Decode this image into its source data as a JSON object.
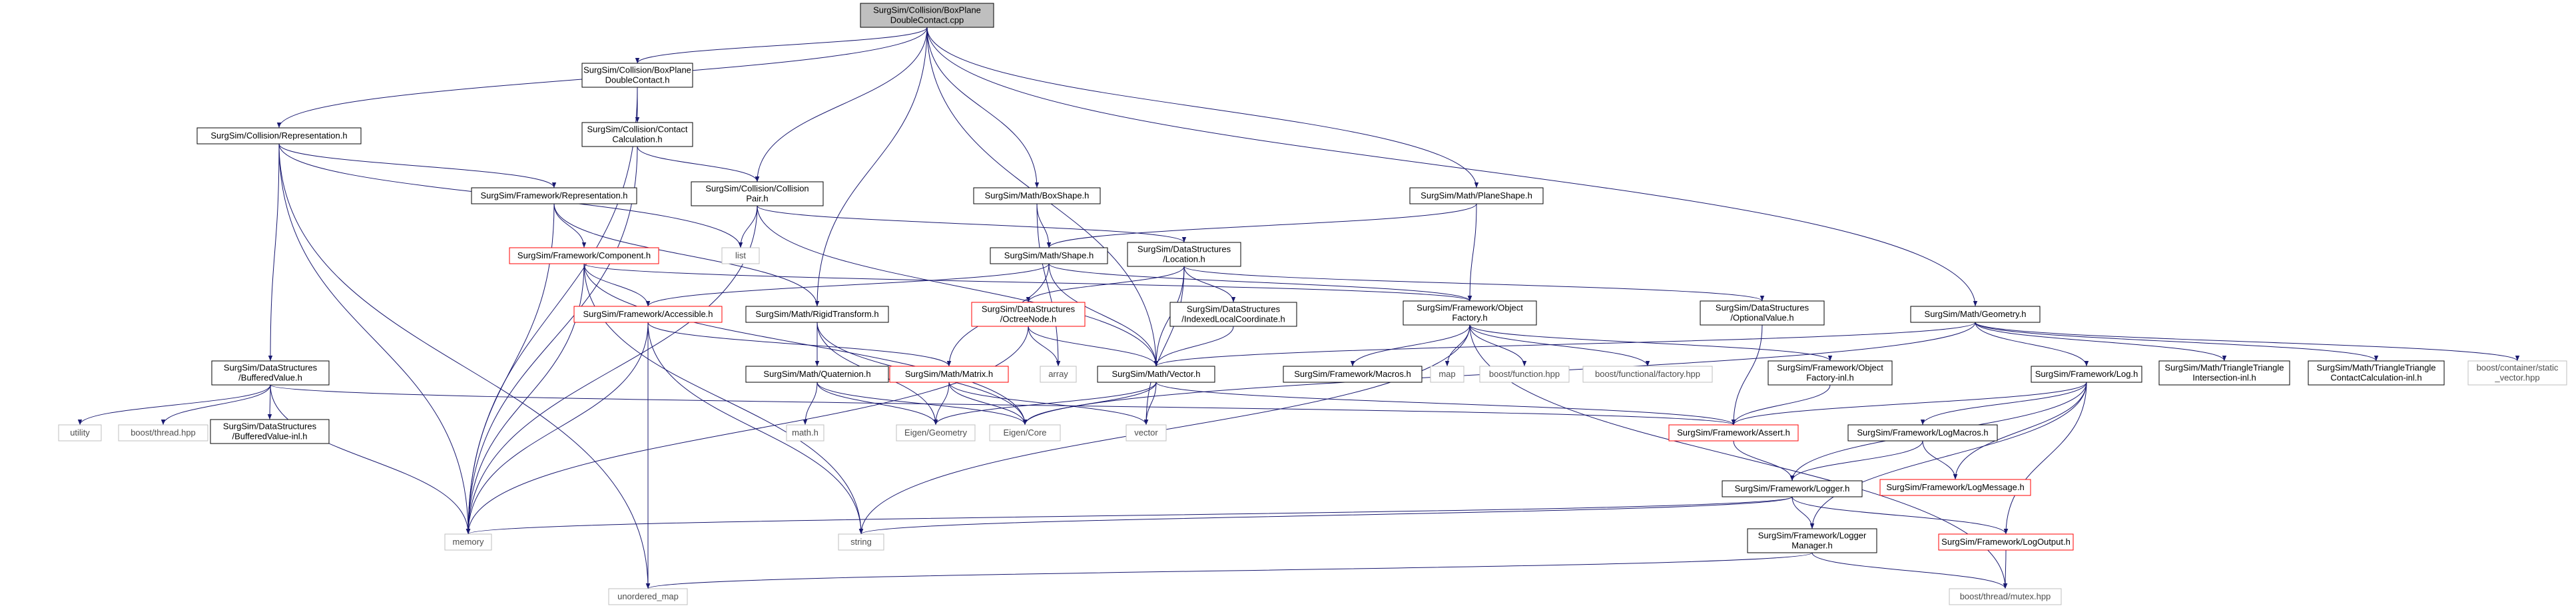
{
  "diagram": {
    "colors": {
      "root_fill": "#bfbfbf",
      "edge": "#191970",
      "red_border": "#ff0000",
      "ext_border": "#bfbfbf"
    },
    "nodes": [
      {
        "id": "root",
        "kind": "root",
        "lines": [
          "SurgSim/Collision/BoxPlane",
          "DoubleContact.cpp"
        ]
      },
      {
        "id": "bpdc_h",
        "kind": "normal",
        "lines": [
          "SurgSim/Collision/BoxPlane",
          "DoubleContact.h"
        ]
      },
      {
        "id": "coll_repr",
        "kind": "normal",
        "lines": [
          "SurgSim/Collision/Representation.h"
        ]
      },
      {
        "id": "contact_calc",
        "kind": "normal",
        "lines": [
          "SurgSim/Collision/Contact",
          "Calculation.h"
        ]
      },
      {
        "id": "coll_pair",
        "kind": "normal",
        "lines": [
          "SurgSim/Collision/Collision",
          "Pair.h"
        ]
      },
      {
        "id": "fw_repr",
        "kind": "normal",
        "lines": [
          "SurgSim/Framework/Representation.h"
        ]
      },
      {
        "id": "fw_component",
        "kind": "red",
        "lines": [
          "SurgSim/Framework/Component.h"
        ]
      },
      {
        "id": "fw_accessible",
        "kind": "red",
        "lines": [
          "SurgSim/Framework/Accessible.h"
        ]
      },
      {
        "id": "rigid_transform",
        "kind": "normal",
        "lines": [
          "SurgSim/Math/RigidTransform.h"
        ]
      },
      {
        "id": "box_shape",
        "kind": "normal",
        "lines": [
          "SurgSim/Math/BoxShape.h"
        ]
      },
      {
        "id": "math_shape",
        "kind": "normal",
        "lines": [
          "SurgSim/Math/Shape.h"
        ]
      },
      {
        "id": "plane_shape",
        "kind": "normal",
        "lines": [
          "SurgSim/Math/PlaneShape.h"
        ]
      },
      {
        "id": "ds_location",
        "kind": "normal",
        "lines": [
          "SurgSim/DataStructures",
          "/Location.h"
        ]
      },
      {
        "id": "ds_octree",
        "kind": "red",
        "lines": [
          "SurgSim/DataStructures",
          "/OctreeNode.h"
        ]
      },
      {
        "id": "ds_ilc",
        "kind": "normal",
        "lines": [
          "SurgSim/DataStructures",
          "/IndexedLocalCoordinate.h"
        ]
      },
      {
        "id": "fw_objfactory",
        "kind": "normal",
        "lines": [
          "SurgSim/Framework/Object",
          "Factory.h"
        ]
      },
      {
        "id": "ds_optional",
        "kind": "normal",
        "lines": [
          "SurgSim/DataStructures",
          "/OptionalValue.h"
        ]
      },
      {
        "id": "math_geometry",
        "kind": "normal",
        "lines": [
          "SurgSim/Math/Geometry.h"
        ]
      },
      {
        "id": "math_quat",
        "kind": "normal",
        "lines": [
          "SurgSim/Math/Quaternion.h"
        ]
      },
      {
        "id": "math_matrix",
        "kind": "red",
        "lines": [
          "SurgSim/Math/Matrix.h"
        ]
      },
      {
        "id": "math_vector",
        "kind": "normal",
        "lines": [
          "SurgSim/Math/Vector.h"
        ]
      },
      {
        "id": "fw_macros",
        "kind": "normal",
        "lines": [
          "SurgSim/Framework/Macros.h"
        ]
      },
      {
        "id": "fw_objfactory_inl",
        "kind": "normal",
        "lines": [
          "SurgSim/Framework/Object",
          "Factory-inl.h"
        ]
      },
      {
        "id": "fw_log",
        "kind": "normal",
        "lines": [
          "SurgSim/Framework/Log.h"
        ]
      },
      {
        "id": "tti_inl",
        "kind": "normal",
        "lines": [
          "SurgSim/Math/TriangleTriangle",
          "Intersection-inl.h"
        ]
      },
      {
        "id": "ttcc_inl",
        "kind": "normal",
        "lines": [
          "SurgSim/Math/TriangleTriangle",
          "ContactCalculation-inl.h"
        ]
      },
      {
        "id": "ds_buffered",
        "kind": "normal",
        "lines": [
          "SurgSim/DataStructures",
          "/BufferedValue.h"
        ]
      },
      {
        "id": "ds_buffered_inl",
        "kind": "normal",
        "lines": [
          "SurgSim/DataStructures",
          "/BufferedValue-inl.h"
        ]
      },
      {
        "id": "fw_assert",
        "kind": "red",
        "lines": [
          "SurgSim/Framework/Assert.h"
        ]
      },
      {
        "id": "fw_logmacros",
        "kind": "normal",
        "lines": [
          "SurgSim/Framework/LogMacros.h"
        ]
      },
      {
        "id": "fw_logmessage",
        "kind": "red",
        "lines": [
          "SurgSim/Framework/LogMessage.h"
        ]
      },
      {
        "id": "fw_logger",
        "kind": "normal",
        "lines": [
          "SurgSim/Framework/Logger.h"
        ]
      },
      {
        "id": "fw_logoutput",
        "kind": "red",
        "lines": [
          "SurgSim/Framework/LogOutput.h"
        ]
      },
      {
        "id": "fw_loggermgr",
        "kind": "normal",
        "lines": [
          "SurgSim/Framework/Logger",
          "Manager.h"
        ]
      },
      {
        "id": "list",
        "kind": "ext",
        "lines": [
          "list"
        ]
      },
      {
        "id": "array",
        "kind": "ext",
        "lines": [
          "array"
        ]
      },
      {
        "id": "map",
        "kind": "ext",
        "lines": [
          "map"
        ]
      },
      {
        "id": "boost_function",
        "kind": "ext",
        "lines": [
          "boost/function.hpp"
        ]
      },
      {
        "id": "boost_funcfactory",
        "kind": "ext",
        "lines": [
          "boost/functional/factory.hpp"
        ]
      },
      {
        "id": "boost_static_vector",
        "kind": "ext",
        "lines": [
          "boost/container/static",
          "_vector.hpp"
        ]
      },
      {
        "id": "utility",
        "kind": "ext",
        "lines": [
          "utility"
        ]
      },
      {
        "id": "boost_thread",
        "kind": "ext",
        "lines": [
          "boost/thread.hpp"
        ]
      },
      {
        "id": "math_h",
        "kind": "ext",
        "lines": [
          "math.h"
        ]
      },
      {
        "id": "eigen_geometry",
        "kind": "ext",
        "lines": [
          "Eigen/Geometry"
        ]
      },
      {
        "id": "eigen_core",
        "kind": "ext",
        "lines": [
          "Eigen/Core"
        ]
      },
      {
        "id": "vector",
        "kind": "ext",
        "lines": [
          "vector"
        ]
      },
      {
        "id": "memory",
        "kind": "ext",
        "lines": [
          "memory"
        ]
      },
      {
        "id": "string",
        "kind": "ext",
        "lines": [
          "string"
        ]
      },
      {
        "id": "unordered_map",
        "kind": "ext",
        "lines": [
          "unordered_map"
        ]
      },
      {
        "id": "boost_mutex",
        "kind": "ext",
        "lines": [
          "boost/thread/mutex.hpp"
        ]
      }
    ],
    "edges": [
      [
        "root",
        "bpdc_h"
      ],
      [
        "root",
        "coll_repr"
      ],
      [
        "root",
        "coll_pair"
      ],
      [
        "root",
        "rigid_transform"
      ],
      [
        "root",
        "box_shape"
      ],
      [
        "root",
        "plane_shape"
      ],
      [
        "root",
        "math_geometry"
      ],
      [
        "root",
        "math_vector"
      ],
      [
        "bpdc_h",
        "contact_calc"
      ],
      [
        "bpdc_h",
        "memory"
      ],
      [
        "coll_repr",
        "fw_repr"
      ],
      [
        "coll_repr",
        "ds_buffered"
      ],
      [
        "coll_repr",
        "list"
      ],
      [
        "coll_repr",
        "memory"
      ],
      [
        "coll_repr",
        "unordered_map"
      ],
      [
        "contact_calc",
        "coll_pair"
      ],
      [
        "contact_calc",
        "memory"
      ],
      [
        "coll_pair",
        "list"
      ],
      [
        "coll_pair",
        "ds_location"
      ],
      [
        "coll_pair",
        "memory"
      ],
      [
        "coll_pair",
        "math_vector"
      ],
      [
        "fw_repr",
        "fw_component"
      ],
      [
        "fw_repr",
        "rigid_transform"
      ],
      [
        "fw_repr",
        "memory"
      ],
      [
        "fw_component",
        "fw_accessible"
      ],
      [
        "fw_component",
        "fw_objfactory"
      ],
      [
        "fw_component",
        "memory"
      ],
      [
        "fw_component",
        "string"
      ],
      [
        "fw_component",
        "eigen_core"
      ],
      [
        "fw_accessible",
        "math_matrix"
      ],
      [
        "fw_accessible",
        "memory"
      ],
      [
        "fw_accessible",
        "string"
      ],
      [
        "fw_accessible",
        "unordered_map"
      ],
      [
        "rigid_transform",
        "math_quat"
      ],
      [
        "rigid_transform",
        "eigen_core"
      ],
      [
        "rigid_transform",
        "eigen_geometry"
      ],
      [
        "box_shape",
        "math_shape"
      ],
      [
        "box_shape",
        "array"
      ],
      [
        "math_shape",
        "fw_accessible"
      ],
      [
        "math_shape",
        "fw_objfactory"
      ],
      [
        "math_shape",
        "math_matrix"
      ],
      [
        "math_shape",
        "math_vector"
      ],
      [
        "plane_shape",
        "math_shape"
      ],
      [
        "plane_shape",
        "fw_objfactory"
      ],
      [
        "ds_location",
        "ds_octree"
      ],
      [
        "ds_location",
        "ds_ilc"
      ],
      [
        "ds_location",
        "ds_optional"
      ],
      [
        "ds_location",
        "math_vector"
      ],
      [
        "ds_location",
        "vector"
      ],
      [
        "ds_octree",
        "array"
      ],
      [
        "ds_octree",
        "math_vector"
      ],
      [
        "ds_octree",
        "memory"
      ],
      [
        "ds_ilc",
        "math_vector"
      ],
      [
        "fw_objfactory",
        "fw_macros"
      ],
      [
        "fw_objfactory",
        "map"
      ],
      [
        "fw_objfactory",
        "boost_function"
      ],
      [
        "fw_objfactory",
        "boost_funcfactory"
      ],
      [
        "fw_objfactory",
        "fw_objfactory_inl"
      ],
      [
        "fw_objfactory",
        "string"
      ],
      [
        "fw_objfactory",
        "boost_mutex"
      ],
      [
        "fw_objfactory_inl",
        "fw_assert"
      ],
      [
        "ds_optional",
        "fw_assert"
      ],
      [
        "math_geometry",
        "fw_log"
      ],
      [
        "math_geometry",
        "tti_inl"
      ],
      [
        "math_geometry",
        "ttcc_inl"
      ],
      [
        "math_geometry",
        "boost_static_vector"
      ],
      [
        "math_geometry",
        "math_vector"
      ],
      [
        "math_geometry",
        "eigen_core"
      ],
      [
        "math_quat",
        "math_h"
      ],
      [
        "math_quat",
        "eigen_core"
      ],
      [
        "math_quat",
        "eigen_geometry"
      ],
      [
        "math_matrix",
        "eigen_core"
      ],
      [
        "math_matrix",
        "eigen_geometry"
      ],
      [
        "math_matrix",
        "vector"
      ],
      [
        "math_vector",
        "eigen_core"
      ],
      [
        "math_vector",
        "eigen_geometry"
      ],
      [
        "math_vector",
        "vector"
      ],
      [
        "math_vector",
        "fw_assert"
      ],
      [
        "fw_log",
        "fw_assert"
      ],
      [
        "fw_log",
        "fw_logmacros"
      ],
      [
        "fw_log",
        "fw_logmessage"
      ],
      [
        "fw_log",
        "fw_logger"
      ],
      [
        "fw_log",
        "fw_logoutput"
      ],
      [
        "fw_log",
        "fw_loggermgr"
      ],
      [
        "fw_logmacros",
        "fw_logger"
      ],
      [
        "fw_logmacros",
        "fw_logmessage"
      ],
      [
        "fw_assert",
        "fw_logger"
      ],
      [
        "fw_logger",
        "memory"
      ],
      [
        "fw_logger",
        "string"
      ],
      [
        "fw_logger",
        "fw_logoutput"
      ],
      [
        "fw_logger",
        "fw_loggermgr"
      ],
      [
        "fw_logoutput",
        "boost_mutex"
      ],
      [
        "fw_loggermgr",
        "unordered_map"
      ],
      [
        "fw_loggermgr",
        "boost_mutex"
      ],
      [
        "ds_buffered",
        "utility"
      ],
      [
        "ds_buffered",
        "boost_thread"
      ],
      [
        "ds_buffered",
        "ds_buffered_inl"
      ],
      [
        "ds_buffered",
        "memory"
      ],
      [
        "ds_buffered",
        "fw_assert"
      ]
    ]
  }
}
